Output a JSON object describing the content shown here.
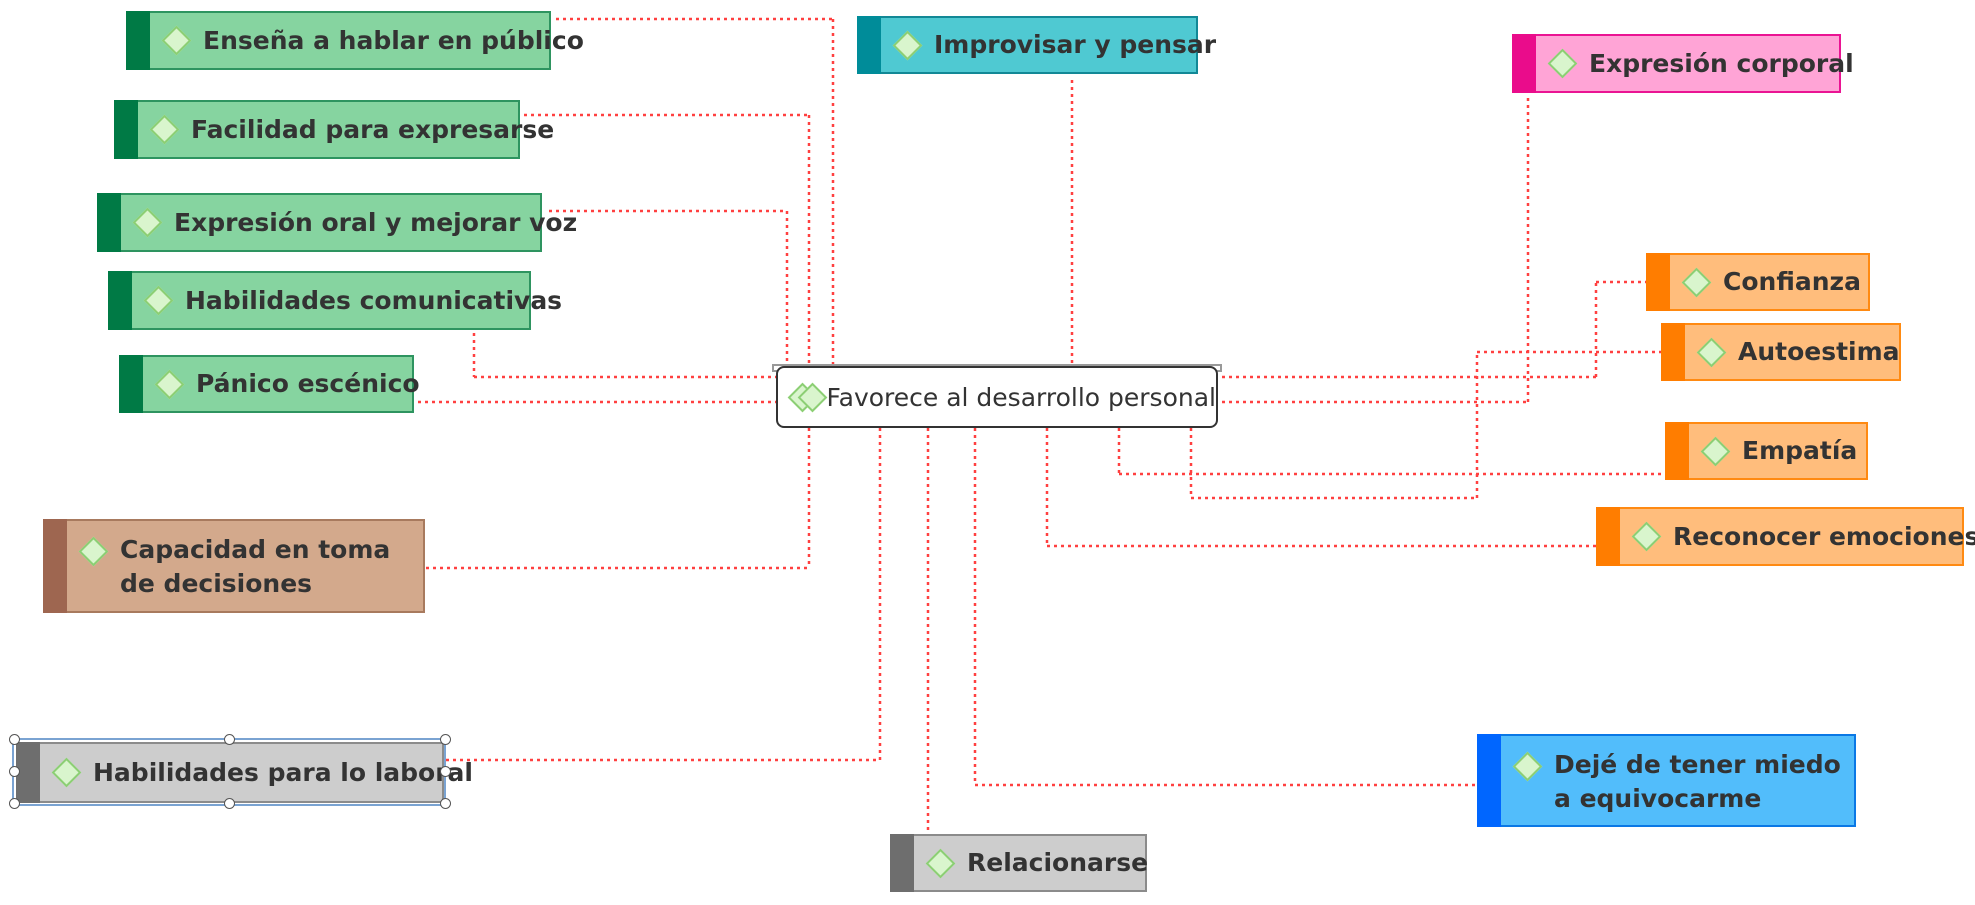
{
  "center": {
    "label": "Favorece al desarrollo personal"
  },
  "nodes": {
    "ensena": {
      "label": "Enseña a hablar en público",
      "color": "#86d4a0"
    },
    "facilidad": {
      "label": "Facilidad para expresarse",
      "color": "#86d4a0"
    },
    "expresion_oral": {
      "label": "Expresión oral y mejorar voz",
      "color": "#86d4a0"
    },
    "habilidades_com": {
      "label": "Habilidades comunicativas",
      "color": "#86d4a0"
    },
    "panico": {
      "label": "Pánico escénico",
      "color": "#86d4a0"
    },
    "capacidad": {
      "label": "Capacidad en toma de decisiones",
      "color": "#d3a98c"
    },
    "laboral": {
      "label": "Habilidades para lo laboral",
      "color": "#cdcdcd"
    },
    "relacionarse": {
      "label": "Relacionarse",
      "color": "#cdcdcd"
    },
    "improvisar": {
      "label": "Improvisar y pensar",
      "color": "#4fc9d2"
    },
    "corporal": {
      "label": "Expresión corporal",
      "color": "#ffa4d6"
    },
    "confianza": {
      "label": "Confianza",
      "color": "#ffbd7c"
    },
    "autoestima": {
      "label": "Autoestima",
      "color": "#ffbd7c"
    },
    "empatia": {
      "label": "Empatía",
      "color": "#ffbd7c"
    },
    "emociones": {
      "label": "Reconocer emociones",
      "color": "#ffbd7c"
    },
    "miedo": {
      "label": "Dejé de tener miedo a equivocarme",
      "color": "#52bdfb"
    }
  },
  "connector_color": "#ff4040"
}
